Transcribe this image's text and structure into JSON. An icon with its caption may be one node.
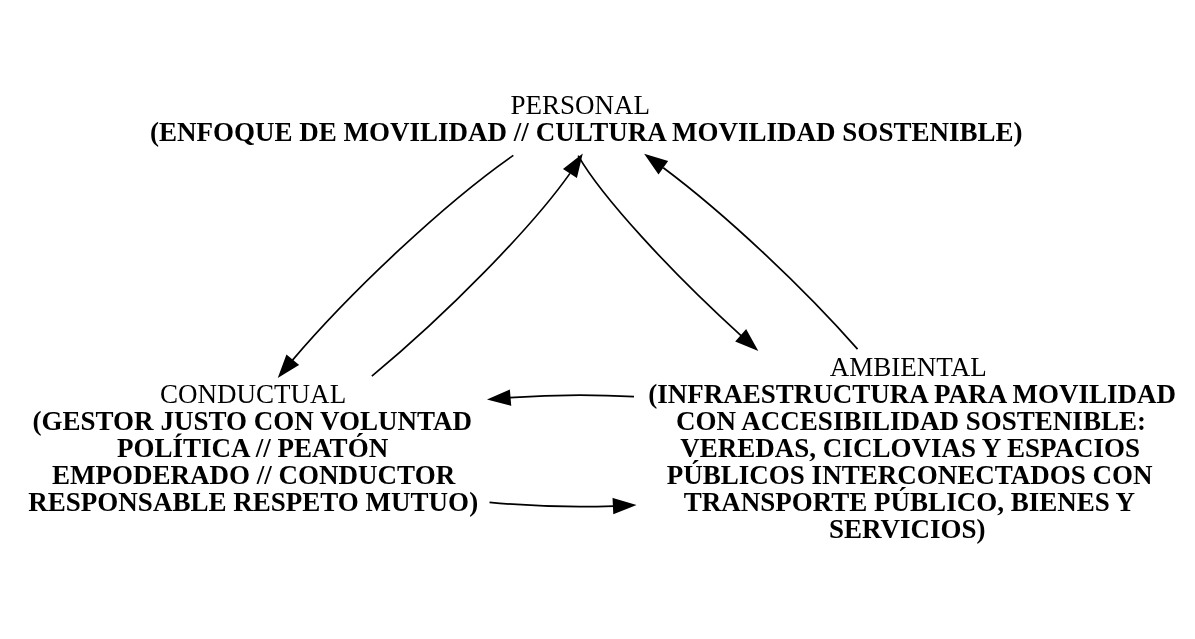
{
  "diagram": {
    "nodes": [
      {
        "text": [
          "PERSONAL",
          "(ENFOQUE DE MOVILIDAD // CULTURA MOVILIDAD SOSTENIBLE)"
        ]
      },
      {
        "text": [
          "CONDUCTUAL",
          "(GESTOR JUSTO CON VOLUNTAD POLÍTICA // PEATÓN EMPODERADO // CONDUCTOR RESPONSABLE RESPETO MUTUO)"
        ]
      },
      {
        "text": [
          "AMBIENTAL",
          "(INFRAESTRUCTURA PARA MOVILIDAD CON ACCESIBILIDAD SOSTENIBLE: VEREDAS, CICLOVIAS Y ESPACIOS PÚBLICOS INTERCONECTADOS CON TRANSPORTE PÚBLICO, BIENES Y SERVICIOS)"
        ]
      }
    ],
    "edges": [
      {
        "from": 0,
        "to": 1,
        "arrow": "to"
      },
      {
        "from": 1,
        "to": 0,
        "arrow": "to"
      },
      {
        "from": 2,
        "to": 0,
        "arrow": "to"
      },
      {
        "from": 0,
        "to": 2,
        "arrow": "to"
      },
      {
        "from": 1,
        "to": 2,
        "arrow": "to"
      },
      {
        "from": 2,
        "to": 1,
        "arrow": "to"
      }
    ]
  }
}
